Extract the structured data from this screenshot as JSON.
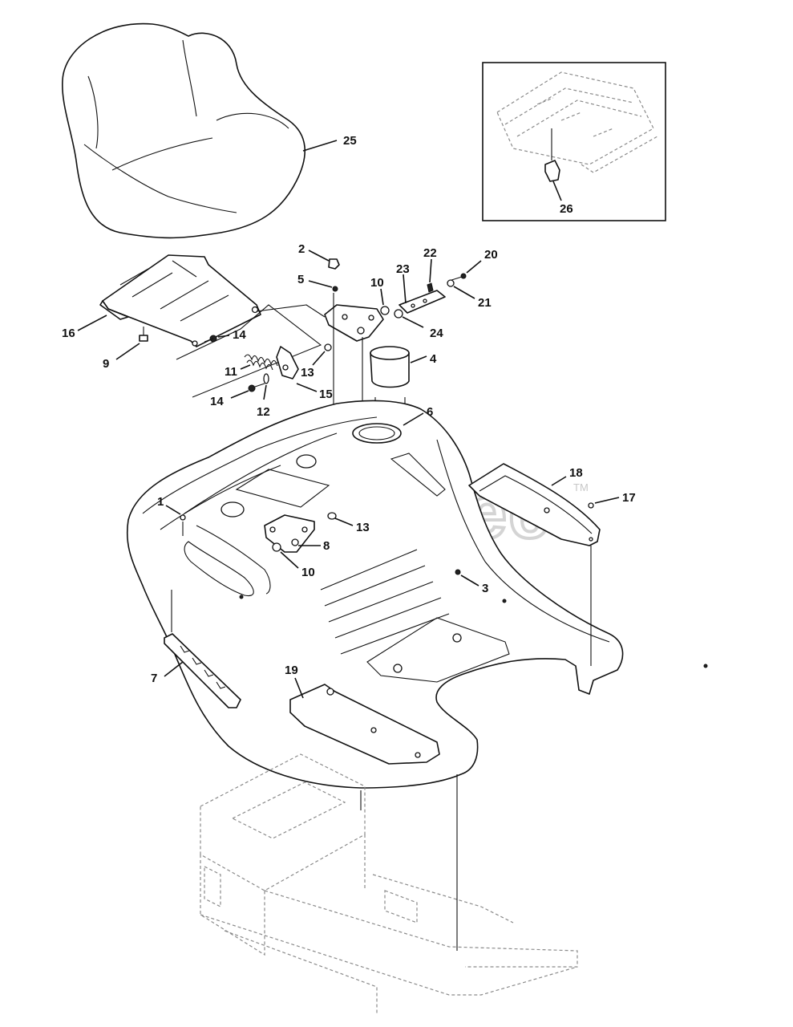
{
  "watermark": {
    "text": "PartsTree",
    "trademark": "TM"
  },
  "callouts": {
    "c1": "1",
    "c2": "2",
    "c3": "3",
    "c4": "4",
    "c5": "5",
    "c6": "6",
    "c7": "7",
    "c8": "8",
    "c9": "9",
    "c10a": "10",
    "c10b": "10",
    "c11": "11",
    "c12": "12",
    "c13a": "13",
    "c13b": "13",
    "c14a": "14",
    "c14b": "14",
    "c15": "15",
    "c16": "16",
    "c17": "17",
    "c18": "18",
    "c19": "19",
    "c20": "20",
    "c21": "21",
    "c22": "22",
    "c23": "23",
    "c24": "24",
    "c25": "25",
    "c26": "26"
  },
  "colors": {
    "line": "#111111",
    "watermark": "#d4d4d4",
    "background": "#ffffff"
  }
}
